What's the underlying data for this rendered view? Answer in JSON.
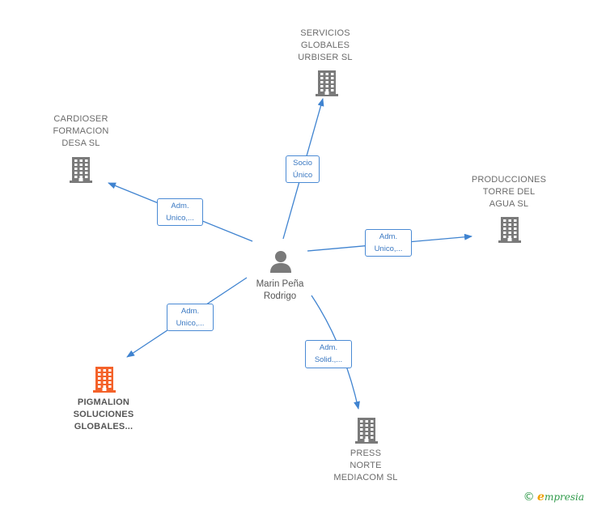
{
  "center": {
    "name": "Marin Peña\nRodrigo"
  },
  "companies": [
    {
      "id": "servicios",
      "name": "SERVICIOS\nGLOBALES\nURBISER  SL",
      "color": "#7a7a7a",
      "highlight": false
    },
    {
      "id": "cardioser",
      "name": "CARDIOSER\nFORMACION\nDESA  SL",
      "color": "#7a7a7a",
      "highlight": false
    },
    {
      "id": "producciones",
      "name": "PRODUCCIONES\nTORRE DEL\nAGUA  SL",
      "color": "#7a7a7a",
      "highlight": false
    },
    {
      "id": "pigmalion",
      "name": "PIGMALION\nSOLUCIONES\nGLOBALES...",
      "color": "#f4622a",
      "highlight": true
    },
    {
      "id": "press",
      "name": "PRESS\nNORTE\nMEDIACOM  SL",
      "color": "#7a7a7a",
      "highlight": false
    }
  ],
  "relations": [
    {
      "target": "servicios",
      "label": "Socio\nÚnico"
    },
    {
      "target": "cardioser",
      "label": "Adm.\nUnico,..."
    },
    {
      "target": "producciones",
      "label": "Adm.\nUnico,..."
    },
    {
      "target": "pigmalion",
      "label": "Adm.\nUnico,..."
    },
    {
      "target": "press",
      "label": "Adm.\nSolid.,..."
    }
  ],
  "colors": {
    "edge": "#3f83d0",
    "icon": "#7a7a7a",
    "highlight": "#f4622a"
  },
  "footer": {
    "copyright_symbol": "©",
    "brand_initial": "e",
    "brand_rest": "mpresia"
  }
}
